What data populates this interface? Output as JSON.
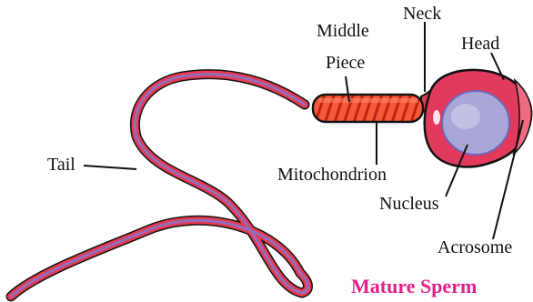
{
  "diagram": {
    "title": "Mature Sperm",
    "labels": {
      "neck": "Neck",
      "middle_piece_line1": "Middle",
      "middle_piece_line2": "Piece",
      "head": "Head",
      "tail": "Tail",
      "mitochondrion": "Mitochondrion",
      "nucleus": "Nucleus",
      "acrosome": "Acrosome"
    },
    "colors": {
      "tail_red": "#e8394f",
      "tail_purple": "#8a73c8",
      "head_pink": "#e23a5d",
      "nucleus_blue": "#a9a6d8",
      "mito_orange": "#f04b2a",
      "title_magenta": "#e0218a"
    }
  }
}
